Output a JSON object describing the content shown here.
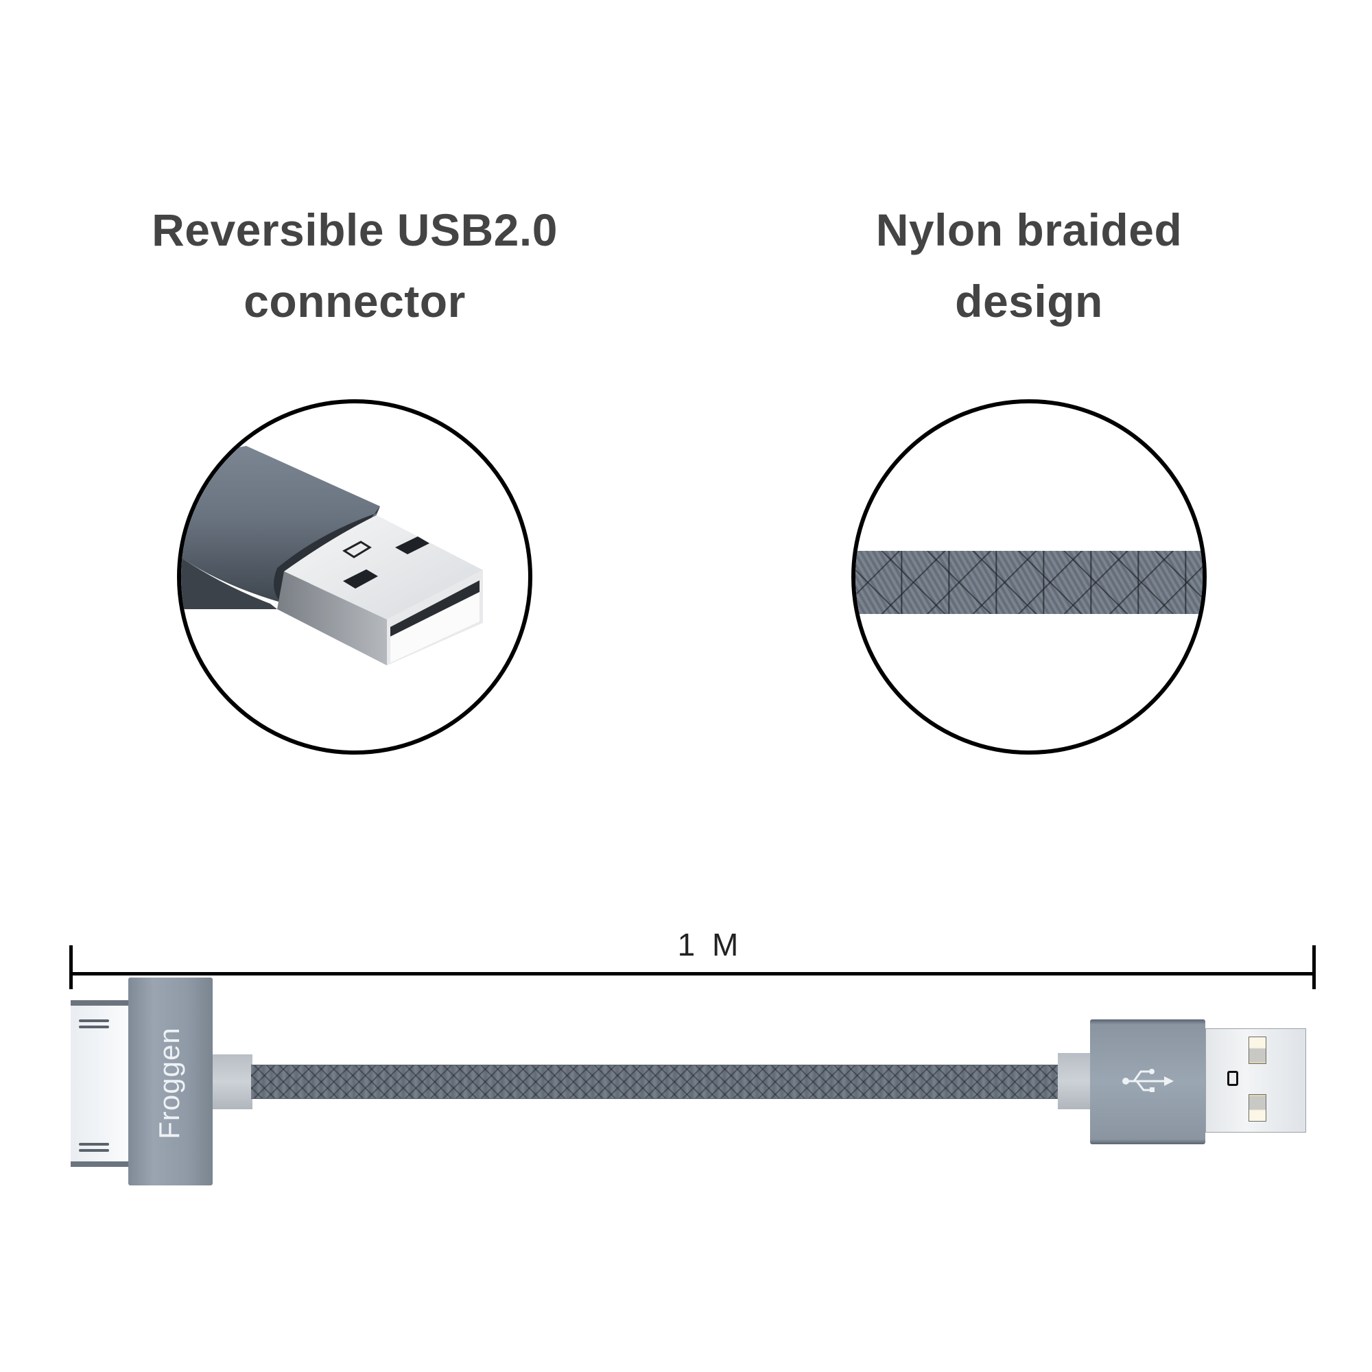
{
  "features": [
    {
      "title_line1": "Reversible USB2.0",
      "title_line2": "connector",
      "icon": "usb-a-connector-closeup"
    },
    {
      "title_line1": "Nylon braided",
      "title_line2": "design",
      "icon": "braided-cable-closeup"
    }
  ],
  "product": {
    "brand": "Froggen",
    "length_label": "1 M",
    "left_connector": "30-pin-dock-connector",
    "right_connector": "usb-a-connector",
    "usb_symbol": "usb-trident-icon"
  },
  "colors": {
    "heading_text": "#444444",
    "housing_gray": "#8e99a5",
    "braid_gray": "#5f6873",
    "outline_black": "#000000",
    "background": "#ffffff"
  }
}
